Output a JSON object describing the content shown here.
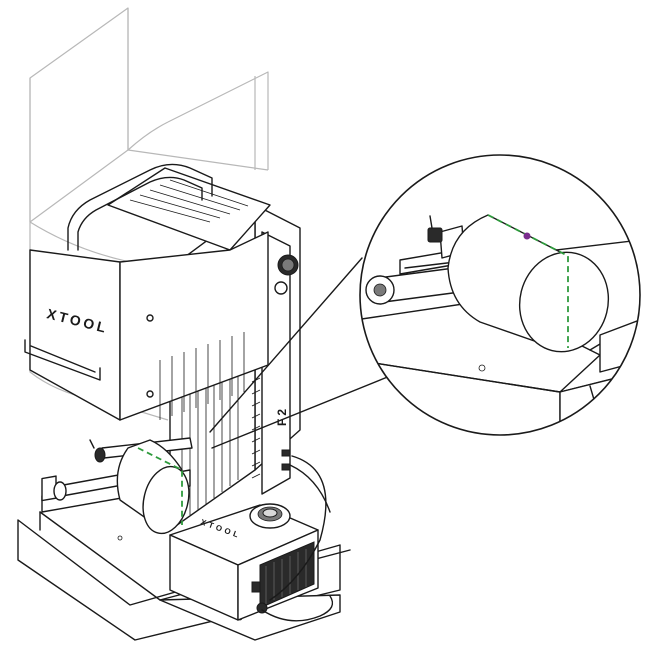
{
  "brand": {
    "main_label": "XTOOL",
    "module_label": "XTOOL",
    "column_label": "F2"
  },
  "colors": {
    "guide_line": "#2e9a3c",
    "marker": "#7b2d8e",
    "ink": "#1a1a1a",
    "enclosure": "#b8b8b8"
  },
  "icons": {
    "focus_knob": "round-knob",
    "emergency_button": "circle-button",
    "port": "usb-port"
  }
}
